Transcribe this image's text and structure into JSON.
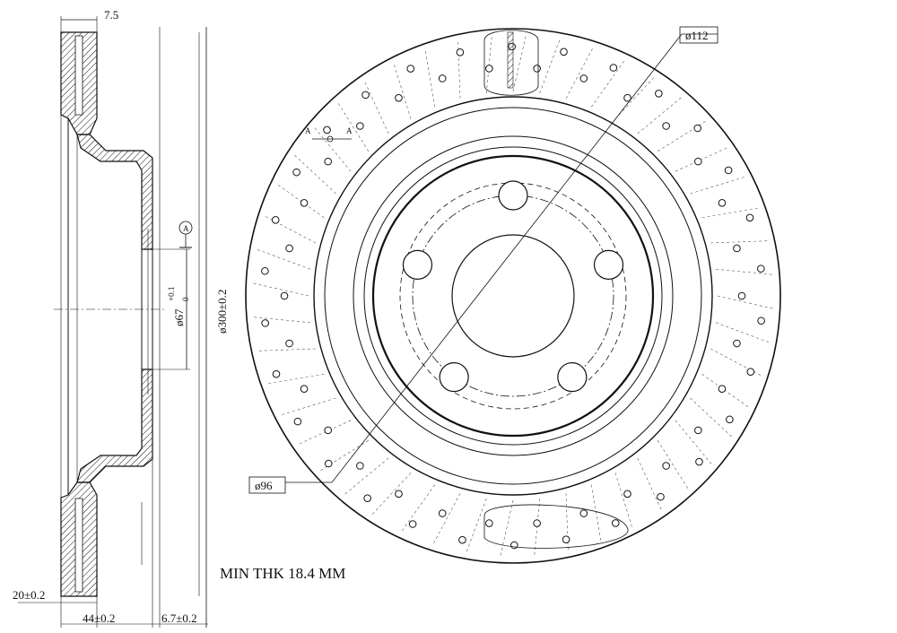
{
  "side_view": {
    "dims": {
      "top_flange": "7.5",
      "hat_bore": "ø67",
      "hat_bore_tol_upper": "+0.1",
      "hat_bore_tol_lower": "0",
      "datum": "A",
      "overall_diameter": "ø300±0.2",
      "thickness": "20±0.2",
      "hat_height": "44±0.2",
      "hat_offset": "6.7±0.2"
    }
  },
  "front_view": {
    "bolt_circle_label": "ø112",
    "pilot_circle_label": "ø96",
    "section_marker": "A",
    "section_marker_2": "A",
    "bolt_holes": 5
  },
  "note": "MIN THK 18.4 MM"
}
